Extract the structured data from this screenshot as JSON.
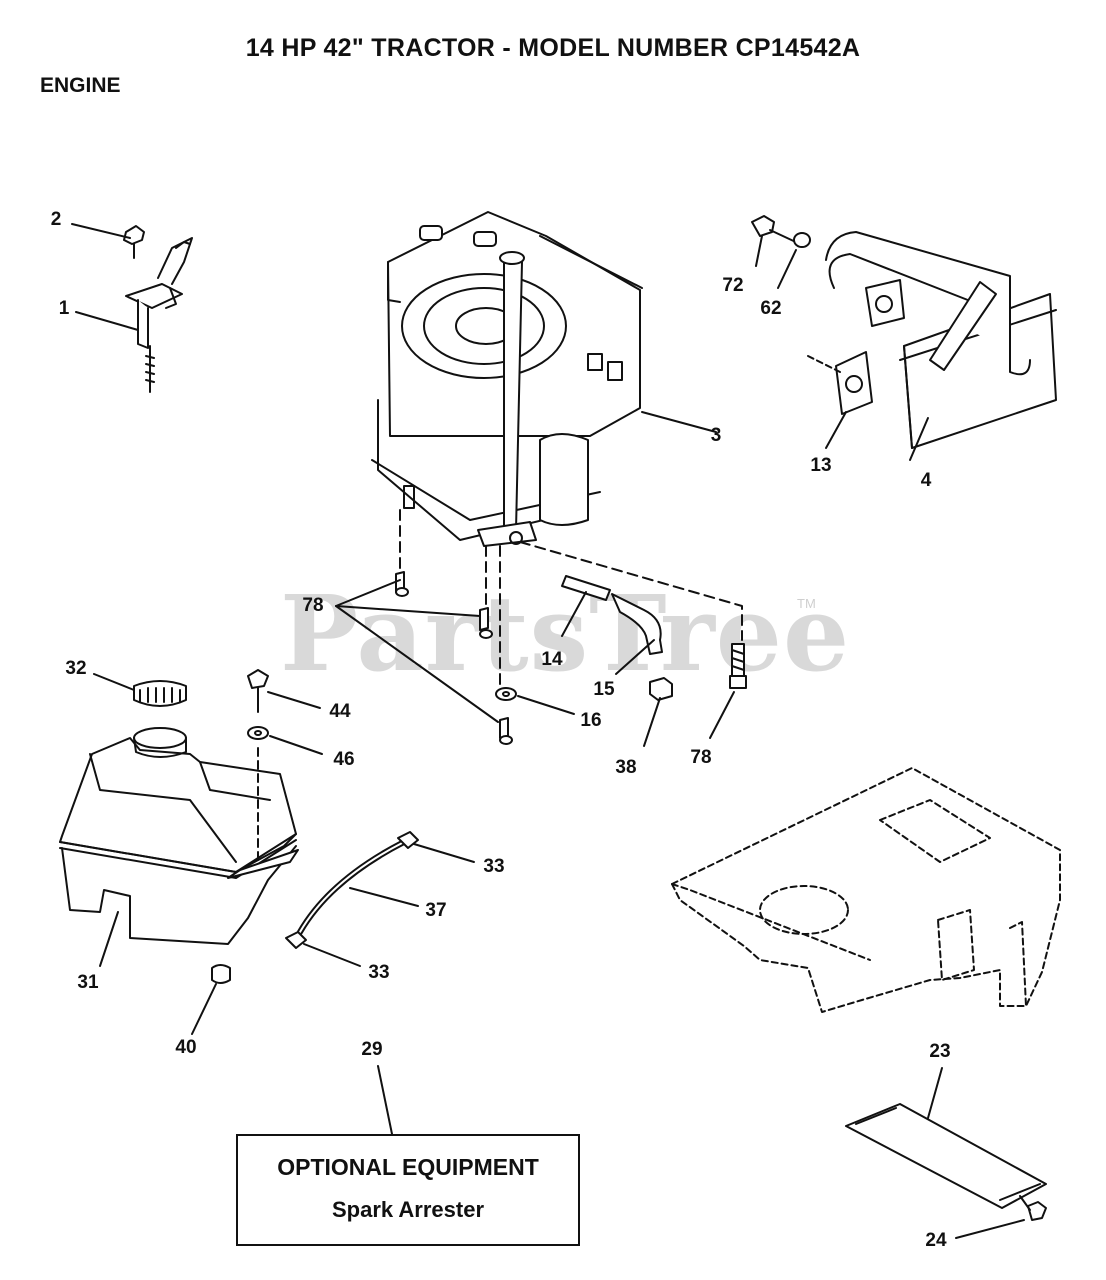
{
  "title": "14 HP 42\" TRACTOR - MODEL NUMBER CP14542A",
  "section": "ENGINE",
  "watermark": "PartsTree",
  "watermark_tm": "TM",
  "optional_box": {
    "heading": "OPTIONAL EQUIPMENT",
    "item": "Spark Arrester"
  },
  "callouts": {
    "c1": "1",
    "c2": "2",
    "c3": "3",
    "c4": "4",
    "c13": "13",
    "c14": "14",
    "c15": "15",
    "c16": "16",
    "c23": "23",
    "c24": "24",
    "c29": "29",
    "c31": "31",
    "c32": "32",
    "c33a": "33",
    "c33b": "33",
    "c37": "37",
    "c38": "38",
    "c40": "40",
    "c44": "44",
    "c46": "46",
    "c62": "62",
    "c72": "72",
    "c78a": "78",
    "c78b": "78"
  }
}
